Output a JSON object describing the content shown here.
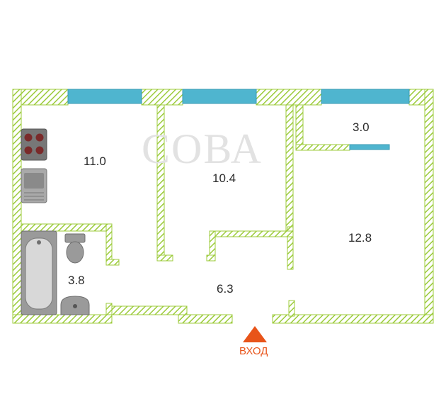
{
  "watermark": "СОВА",
  "rooms": [
    {
      "id": "kitchen",
      "area": "11.0"
    },
    {
      "id": "room-middle",
      "area": "10.4"
    },
    {
      "id": "room-right",
      "area": "12.8"
    },
    {
      "id": "storage",
      "area": "3.0"
    },
    {
      "id": "bathroom",
      "area": "3.8"
    },
    {
      "id": "hallway",
      "area": "6.3"
    }
  ],
  "entrance": {
    "label": "ВХОД"
  },
  "colors": {
    "wall_hatch": "#9ccb3b",
    "window": "#4fb5cf",
    "entrance_arrow": "#e8541a",
    "fixtures": "#8f8f8f"
  }
}
